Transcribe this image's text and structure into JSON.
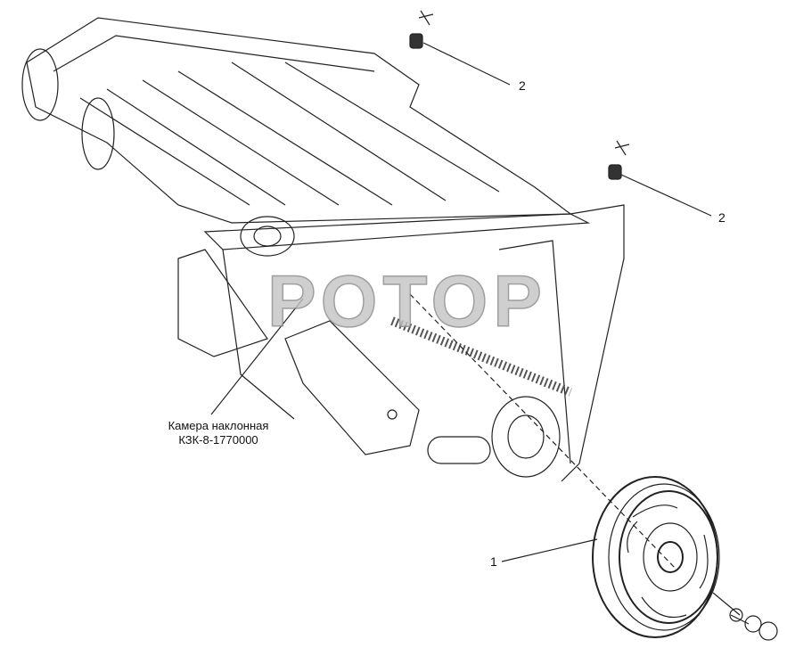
{
  "watermark": "РОТОР",
  "caption": {
    "line1": "Камера наклонная",
    "line2": "КЗК-8-1770000"
  },
  "callouts": [
    {
      "label": "2"
    },
    {
      "label": "2"
    },
    {
      "label": "1"
    }
  ],
  "colors": {
    "line": "#222222",
    "watermark": "#999999"
  }
}
